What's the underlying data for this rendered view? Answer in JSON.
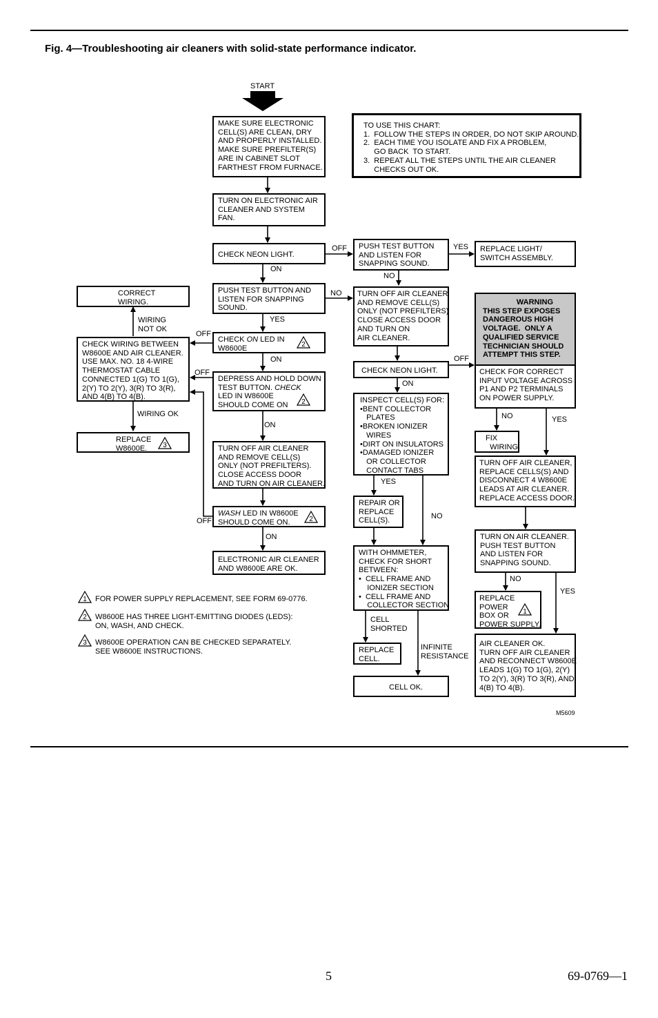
{
  "title": "Fig. 4—Troubleshooting air cleaners with solid-state performance indicator.",
  "start_label": "START",
  "instructions": "TO USE THIS CHART:\n1.  FOLLOW THE STEPS IN ORDER, DO NOT SKIP AROUND.\n2.  EACH TIME YOU ISOLATE AND FIX A PROBLEM,\n     GO BACK  TO START.\n3.  REPEAT ALL THE STEPS UNTIL THE AIR CLEANER\n     CHECKS OUT OK.",
  "boxes": {
    "make_sure": "MAKE SURE ELECTRONIC\nCELL(S) ARE CLEAN, DRY\nAND PROPERLY INSTALLED.\nMAKE SURE PREFILTER(S)\nARE IN CABINET SLOT\nFARTHEST FROM FURNACE.",
    "turn_on": "TURN ON ELECTRONIC AIR\nCLEANER AND SYSTEM\nFAN.",
    "check_neon": "CHECK NEON LIGHT.",
    "push_test_off": "PUSH TEST BUTTON\nAND LISTEN FOR\nSNAPPING SOUND.",
    "replace_light": "REPLACE LIGHT/\nSWITCH ASSEMBLY.",
    "push_test_on": "PUSH TEST BUTTON AND\nLISTEN FOR SNAPPING\nSOUND.",
    "correct_wiring": "CORRECT\nWIRING.",
    "turn_off_remove": "TURN OFF AIR CLEANER\nAND REMOVE CELL(S)\nONLY (NOT PREFILTERS)\nCLOSE ACCESS DOOR\nAND TURN ON\nAIR CLEANER.",
    "warning": "                WARNING\nTHIS STEP EXPOSES\nDANGEROUS HIGH\nVOLTAGE.  ONLY A\nQUALIFIED SERVICE\nTECHNICIAN SHOULD\nATTEMPT THIS STEP.",
    "check_wiring": "CHECK WIRING BETWEEN\nW8600E AND AIR CLEANER.\nUSE MAX. NO. 18 4-WIRE\nTHERMOSTAT CABLE\nCONNECTED 1(G) TO 1(G),\n2(Y) TO 2(Y), 3(R) TO 3(R),\nAND 4(B) TO 4(B).",
    "check_on_prefix": "CHECK ",
    "check_on_italic": "ON",
    "check_on_suffix": " LED IN\nW8600E",
    "check_neon_2": "CHECK NEON LIGHT.",
    "check_voltage": "CHECK FOR CORRECT\nINPUT VOLTAGE ACROSS\nP1 AND P2 TERMINALS\nON POWER SUPPLY.",
    "depress_prefix": "DEPRESS AND HOLD DOWN\nTEST BUTTON. ",
    "depress_italic": "CHECK",
    "depress_suffix": "\nLED IN W8600E\nSHOULD COME ON",
    "inspect": "INSPECT CELL(S) FOR:\n•BENT COLLECTOR\n   PLATES\n•BROKEN IONIZER\n   WIRES\n•DIRT ON INSULATORS\n•DAMAGED IONIZER\n   OR COLLECTOR\n   CONTACT TABS",
    "replace_w8600e": "REPLACE\nW8600E.",
    "fix_wiring": "FIX\n  WIRING.",
    "turn_off_remove_2": "TURN OFF AIR CLEANER\nAND REMOVE CELL(S)\nONLY (NOT PREFILTERS).\nCLOSE ACCESS DOOR\nAND TURN ON AIR CLEANER.",
    "turn_off_replace": "TURN OFF AIR CLEANER,\nREPLACE CELLS(S) AND\nDISCONNECT 4 W8600E\nLEADS AT AIR CLEANER.\nREPLACE ACCESS DOOR.",
    "repair_replace": "REPAIR OR\nREPLACE\nCELL(S).",
    "wash_italic": "WASH",
    "wash_suffix": " LED IN W8600E\nSHOULD COME ON.",
    "electronic_ok": "ELECTRONIC AIR CLEANER\nAND W8600E ARE OK.",
    "ohmmeter": "WITH OHMMETER,\nCHECK FOR SHORT\nBETWEEN:\n•  CELL FRAME AND\n    IONIZER SECTION\n•  CELL FRAME AND\n    COLLECTOR SECTION",
    "turn_on_push": "TURN ON AIR CLEANER.\nPUSH TEST BUTTON\nAND LISTEN FOR\nSNAPPING SOUND.",
    "replace_power": "REPLACE\nPOWER\nBOX OR\nPOWER SUPPLY.",
    "replace_cell": "REPLACE\nCELL.",
    "cell_ok": "CELL OK.",
    "air_ok": "AIR CLEANER OK.\nTURN OFF AIR CLEANER\nAND RECONNECT W8600E\nLEADS 1(G) TO 1(G), 2(Y)\nTO 2(Y), 3(R) TO 3(R), AND\n4(B) TO 4(B)."
  },
  "labels": {
    "off": "OFF",
    "on": "ON",
    "yes": "YES",
    "no": "NO",
    "wiring_not_ok": "WIRING\nNOT OK",
    "wiring_ok": "WIRING OK",
    "cell_shorted": "CELL\nSHORTED",
    "infinite_resistance": "INFINITE\nRESISTANCE"
  },
  "notes": [
    {
      "num": "1",
      "text": "FOR POWER SUPPLY REPLACEMENT, SEE FORM 69-0776."
    },
    {
      "num": "2",
      "text": "W8600E HAS THREE LIGHT-EMITTING DIODES (LEDS):\nON, WASH, AND CHECK."
    },
    {
      "num": "3",
      "text": "W8600E OPERATION CAN BE CHECKED SEPARATELY.\nSEE W8600E INSTRUCTIONS."
    }
  ],
  "note_refs": {
    "check_on": "2",
    "depress": "2",
    "wash": "2",
    "replace_w8600e": "3",
    "replace_power": "1"
  },
  "figure_code": "M5609",
  "page_number": "5",
  "doc_number": "69-0769—1"
}
